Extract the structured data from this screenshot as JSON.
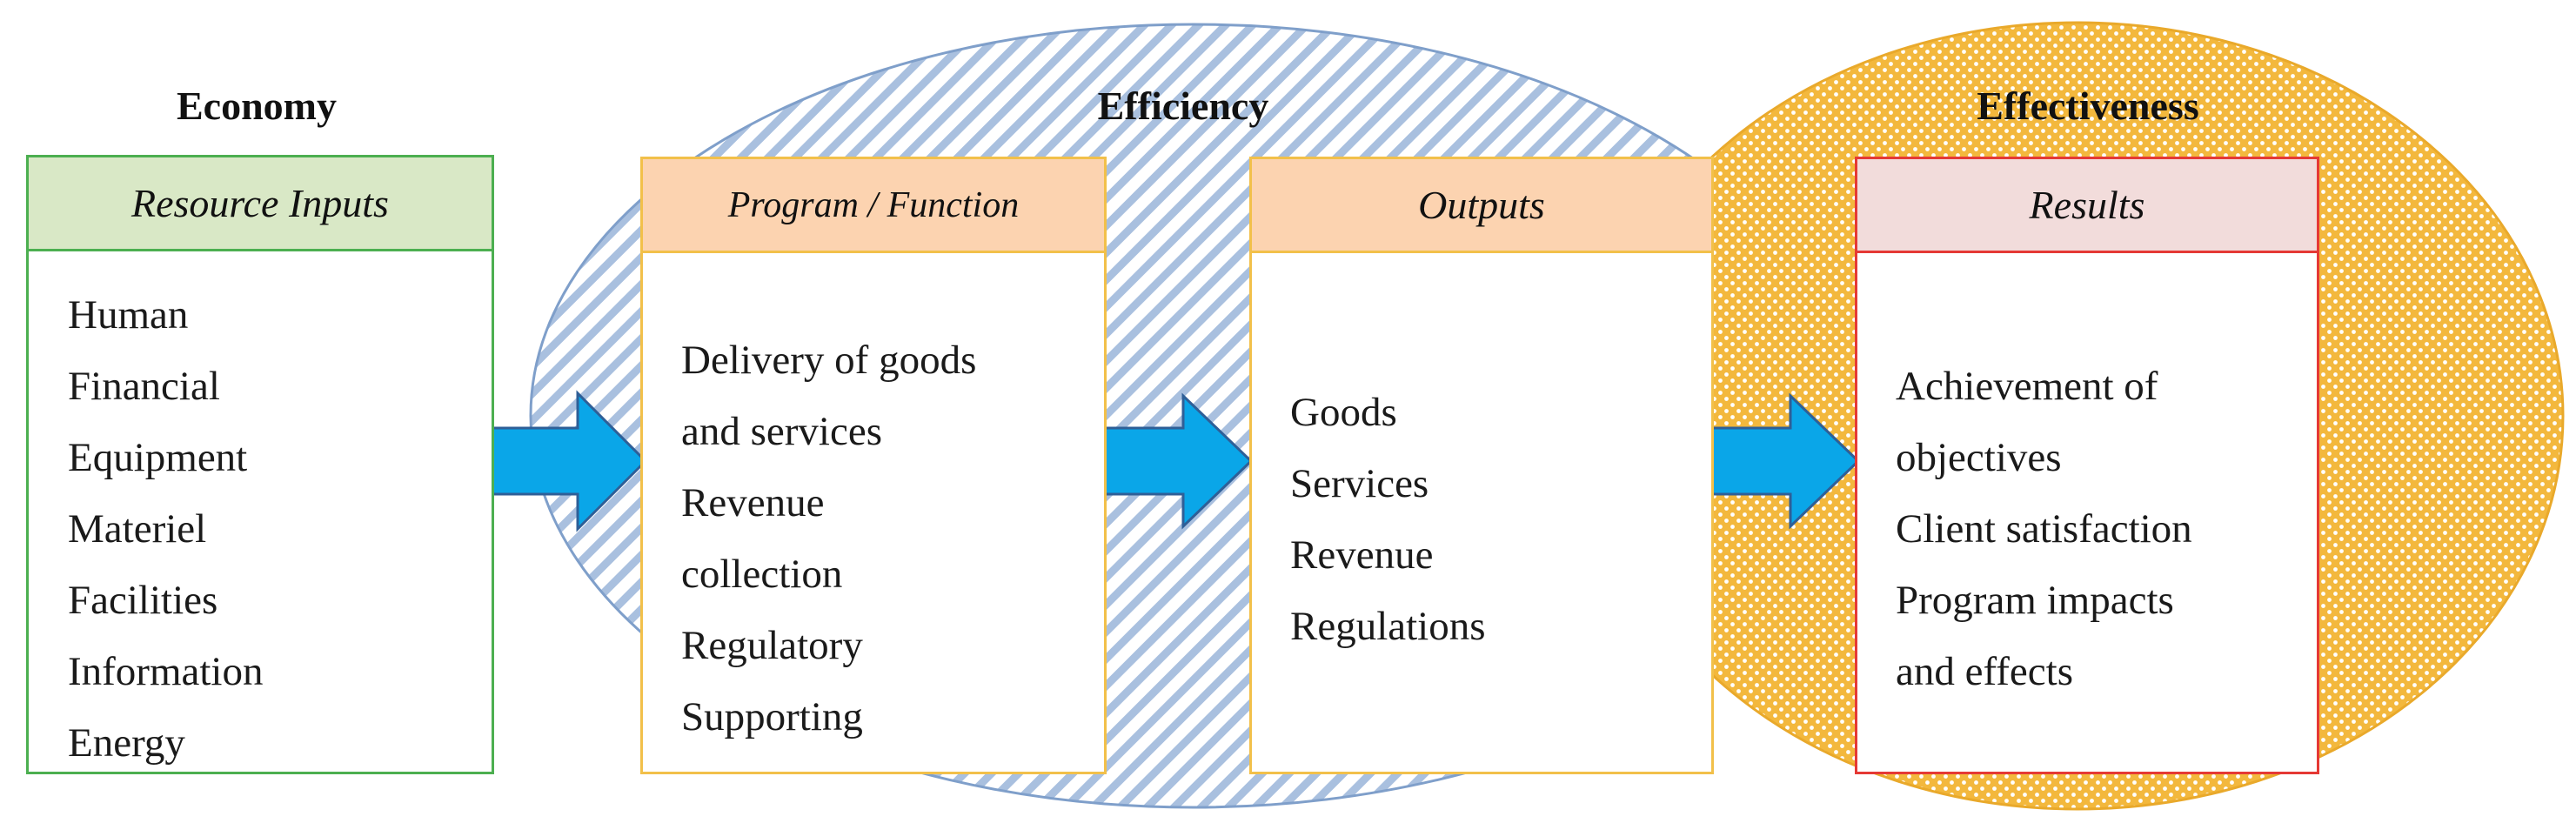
{
  "headings": {
    "economy": "Economy",
    "efficiency": "Efficiency",
    "effectiveness": "Effectiveness"
  },
  "boxes": {
    "inputs": {
      "title": "Resource Inputs",
      "items": [
        "Human",
        "Financial",
        "Equipment",
        "Materiel",
        "Facilities",
        "Information",
        "Energy"
      ]
    },
    "program": {
      "title": "Program / Function",
      "items": [
        "Delivery of goods",
        "and services",
        "Revenue",
        "collection",
        "Regulatory",
        "Supporting"
      ]
    },
    "outputs": {
      "title": "Outputs",
      "items": [
        "Goods",
        "Services",
        "Revenue",
        "Regulations"
      ]
    },
    "results": {
      "title": "Results",
      "items": [
        "Achievement of",
        "objectives",
        "Client satisfaction",
        "Program impacts",
        "and effects"
      ]
    }
  },
  "colors": {
    "inputs_border": "#4caf50",
    "inputs_header": "#d9e8c6",
    "program_border": "#f2c04a",
    "program_header": "#fcd3b0",
    "results_border": "#e53935",
    "results_header": "#f2dcdb",
    "efficiency_ellipse": "#8faed6",
    "effectiveness_ellipse": "#f0b53a",
    "arrow_fill": "#0aa6e8",
    "arrow_stroke": "#2f5f97"
  }
}
